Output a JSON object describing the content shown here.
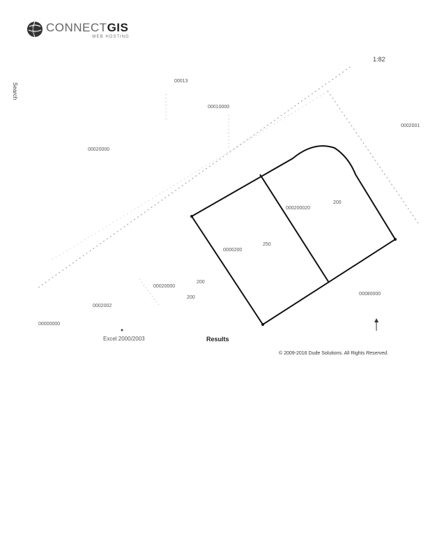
{
  "logo": {
    "brand_light": "CONNECT",
    "brand_bold": "GIS",
    "subtitle": "WEB HOSTING"
  },
  "search": {
    "label": "Search"
  },
  "map": {
    "scale_label": "1:82",
    "parcel_labels": [
      "00013",
      "00010000",
      "00020000",
      "000200020",
      "0000200",
      "00020000",
      "00080000",
      "0002002",
      "00000000",
      "0002001"
    ],
    "dimension_labels": [
      "200",
      "250",
      "200",
      "200"
    ]
  },
  "footer": {
    "export_text": "Excel 2000/2003",
    "results_label": "Results",
    "copyright_prefix": "© 2009-2016 Dude Solutions. All Rights ",
    "copyright_em": "Reserved."
  }
}
